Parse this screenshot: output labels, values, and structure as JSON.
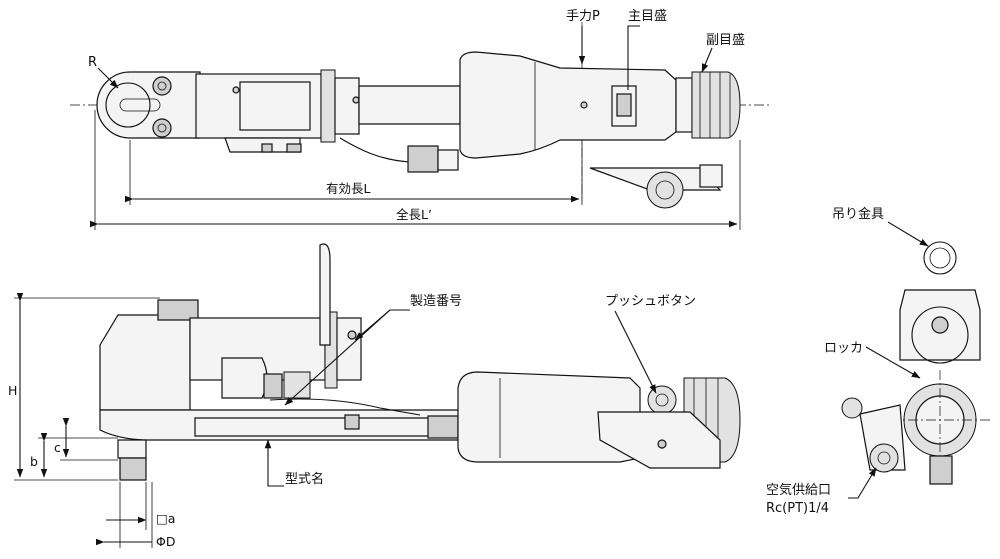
{
  "labels": {
    "te_chikara": "手力P",
    "shu_memori": "主目盛",
    "fuku_memori": "副目盛",
    "radius": "R",
    "yuko_cho": "有効長L",
    "zen_cho": "全長L’",
    "seizo_bango": "製造番号",
    "push_button": "プッシュボタン",
    "tsuri_kanagu": "吊り金具",
    "rocker": "ロッカ",
    "katashiki_mei": "型式名",
    "height_h": "H",
    "dim_b": "b",
    "dim_c": "c",
    "square_a": "□a",
    "dia_d": "ΦD",
    "air_inlet": "空気供給口",
    "air_thread": "Rc(PT)1/4"
  }
}
